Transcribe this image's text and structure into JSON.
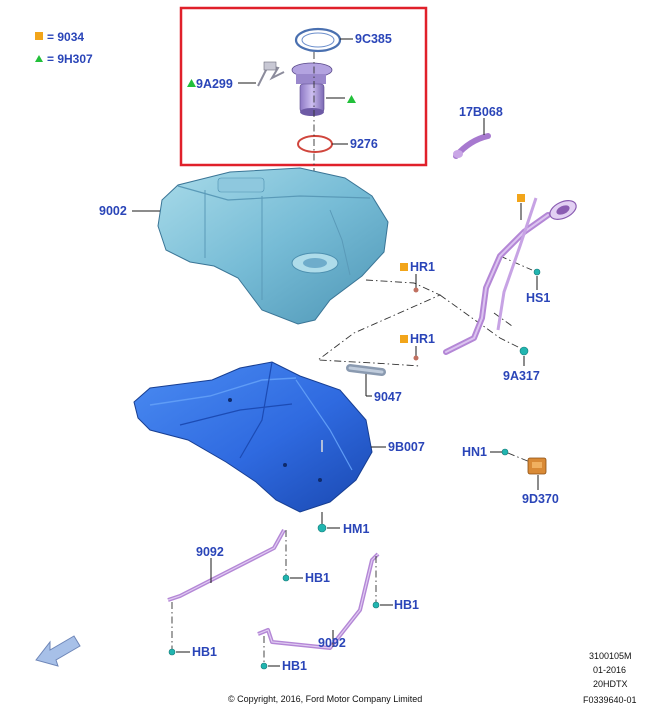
{
  "colors": {
    "callout_text": "#2a45b8",
    "highlight_box": "#e0202a",
    "square_marker": "#f2a51a",
    "triangle_marker": "#22c03a",
    "tank_fill": "#7fc0d8",
    "shield_fill": "#2f6fe0",
    "purple_parts": "#b487d6",
    "clip_teal": "#21b5b0"
  },
  "legend": {
    "square_item": "= 9034",
    "triangle_item": "= 9H307"
  },
  "callouts": {
    "ring_9c385": "9C385",
    "sender_9a299": "9A299",
    "seal_9276": "9276",
    "clip_17b068": "17B068",
    "tank_9002": "9002",
    "hr1_upper": "HR1",
    "hr1_lower": "HR1",
    "hs1": "HS1",
    "tube_9a317": "9A317",
    "hose_9047": "9047",
    "shield_9b007": "9B007",
    "hn1": "HN1",
    "valve_9d370": "9D370",
    "hm1": "HM1",
    "strap_9092_left": "9092",
    "strap_9092_right": "9092",
    "hb1_a": "HB1",
    "hb1_b": "HB1",
    "hb1_c": "HB1",
    "hb1_d": "HB1"
  },
  "footer": {
    "copyright": "© Copyright, 2016, Ford Motor Company Limited",
    "code_line1": "3100105M",
    "code_line2": "01-2016",
    "code_line3": "20HDTX",
    "code_line4": "F0339640-01"
  },
  "icons": {
    "front_arrow": "front-direction-arrow-icon"
  }
}
